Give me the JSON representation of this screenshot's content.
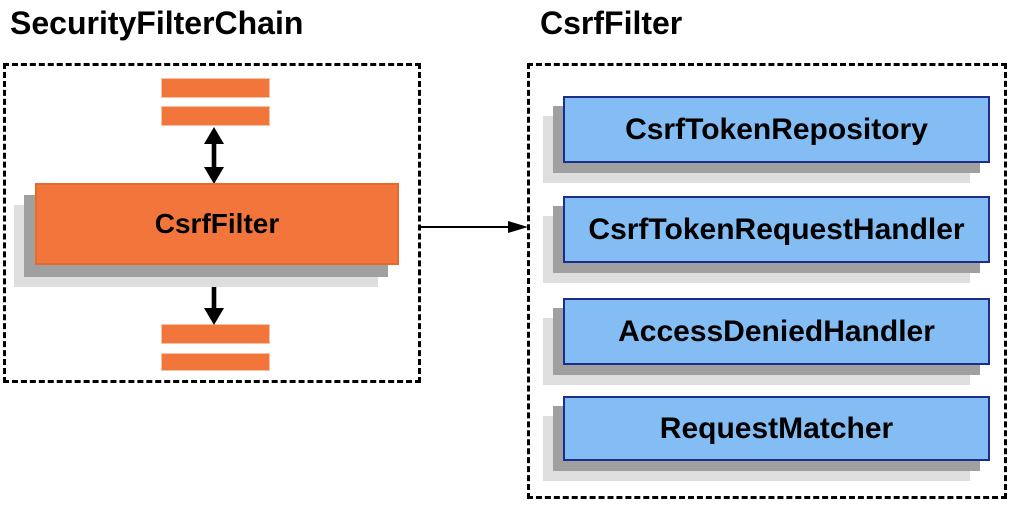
{
  "diagram": {
    "left_panel": {
      "title": "SecurityFilterChain",
      "filter_label": "CsrfFilter"
    },
    "right_panel": {
      "title": "CsrfFilter",
      "components": [
        {
          "label": "CsrfTokenRepository"
        },
        {
          "label": "CsrfTokenRequestHandler"
        },
        {
          "label": "AccessDeniedHandler"
        },
        {
          "label": "RequestMatcher"
        }
      ]
    }
  },
  "colors": {
    "orange_fill": "#F2763B",
    "orange_border": "#E56A2E",
    "orange_bar_border": "#F5C3A4",
    "blue_fill": "#83BDF3",
    "blue_border": "#1C2E8A",
    "shadow_dark": "#A0A0A0",
    "shadow_light": "#DEDEDE",
    "arrow_black": "#000000"
  }
}
